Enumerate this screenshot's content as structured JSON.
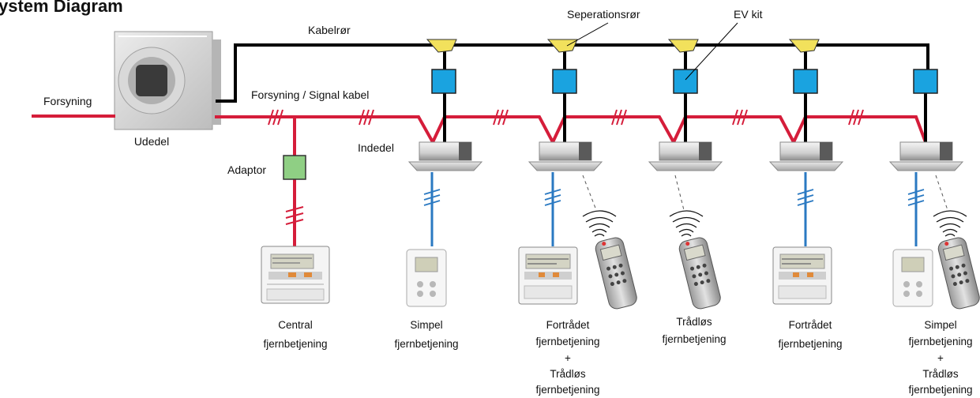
{
  "title": "ystem Diagram",
  "labels": {
    "kabelror": "Kabelrør",
    "forsyning": "Forsyning",
    "forsyning_signal": "Forsyning / Signal kabel",
    "udedel": "Udedel",
    "indedel": "Indedel",
    "adaptor": "Adaptor",
    "seperationsror": "Seperationsrør",
    "ev_kit": "EV kit"
  },
  "captions": [
    [
      "Central",
      "fjernbetjening"
    ],
    [
      "Simpel",
      "fjernbetjening"
    ],
    [
      "Fortrådet",
      "fjernbetjening",
      "+",
      "Trådløs",
      "fjernbetjening"
    ],
    [
      "Trådløs",
      "fjernbetjening"
    ],
    [
      "Fortrådet",
      "fjernbetjening"
    ],
    [
      "Simpel",
      "fjernbetjening",
      "+",
      "Trådløs",
      "fjernbetjening"
    ]
  ],
  "colors": {
    "power_signal_cable": "#d51d3a",
    "refrigerant_pipe": "#000000",
    "remote_cable": "#2a79c2",
    "ev_kit": "#1aa3e0",
    "separation_tube": "#f2e15c",
    "adaptor": "#8fcf84"
  }
}
